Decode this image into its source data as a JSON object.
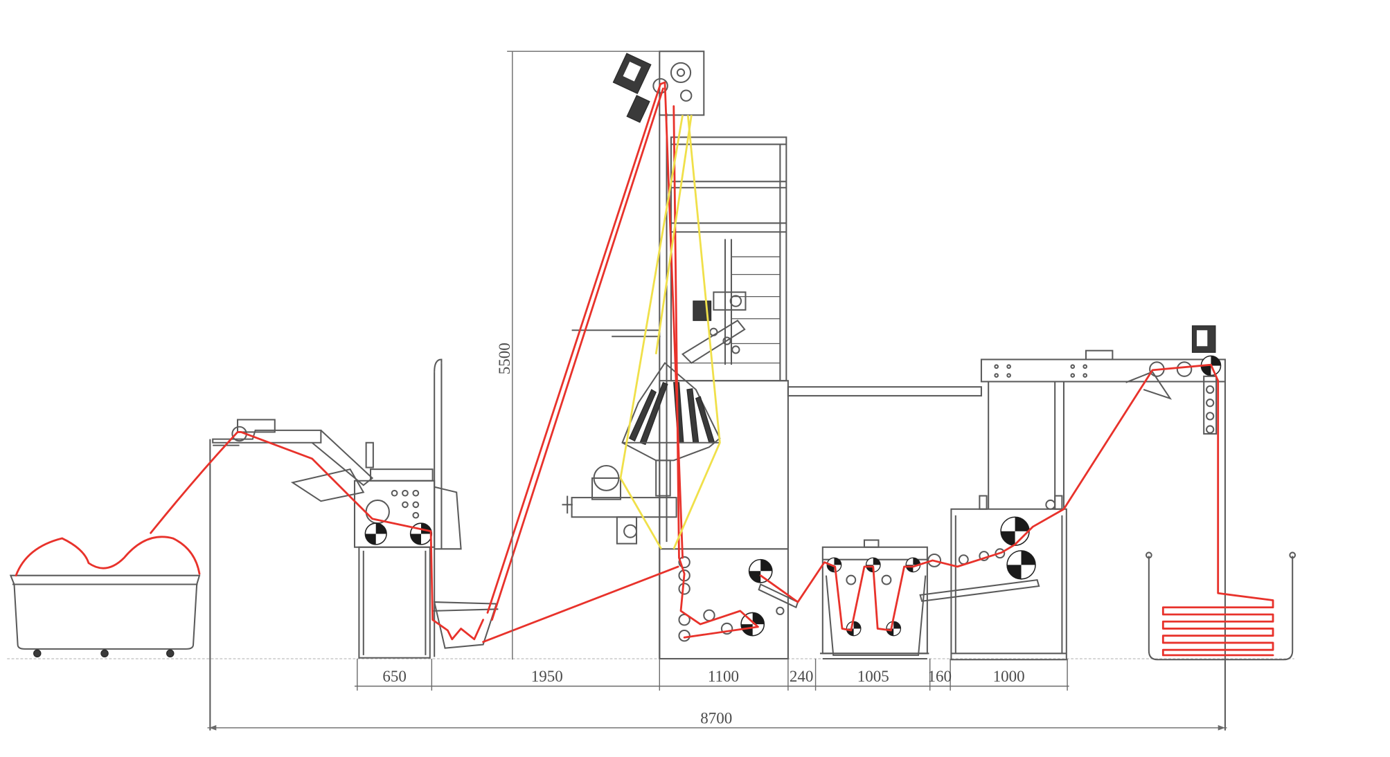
{
  "colors": {
    "fabric": "#e8322b",
    "yarn": "#f0e04a",
    "machine": "#5a5a5a"
  },
  "dimensions": {
    "height": "5500",
    "segments": [
      "650",
      "1950",
      "1100",
      "240",
      "1005",
      "160",
      "1000"
    ],
    "total": "8700"
  }
}
